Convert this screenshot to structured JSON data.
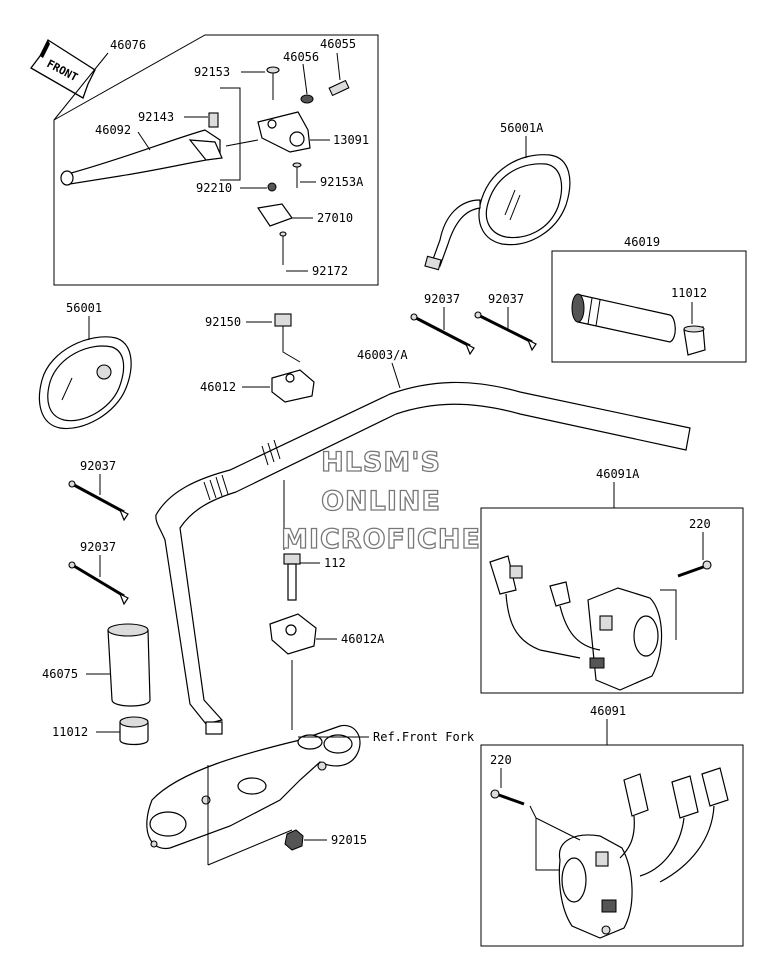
{
  "labels": {
    "front": "FRONT",
    "p46076": "46076",
    "p46055": "46055",
    "p92153": "92153",
    "p46056": "46056",
    "p92143": "92143",
    "p46092": "46092",
    "p13091": "13091",
    "p92210": "92210",
    "p92153a": "92153A",
    "p27010": "27010",
    "p92172": "92172",
    "p56001a": "56001A",
    "p46019": "46019",
    "p11012_top": "11012",
    "p56001": "56001",
    "p92037_a": "92037",
    "p92037_b": "92037",
    "p92150": "92150",
    "p46003a": "46003/A",
    "p46012": "46012",
    "p92037_c": "92037",
    "p92037_d": "92037",
    "p112": "112",
    "p46012a": "46012A",
    "p46075": "46075",
    "p11012_bottom": "11012",
    "p46091a": "46091A",
    "p220_top": "220",
    "p46091": "46091",
    "p220_bottom": "220",
    "ref_front_fork": "Ref.Front Fork",
    "p92015": "92015"
  },
  "watermark": {
    "line1": "HLSM'S",
    "line2": "ONLINE",
    "line3": "MICROFICHE"
  }
}
